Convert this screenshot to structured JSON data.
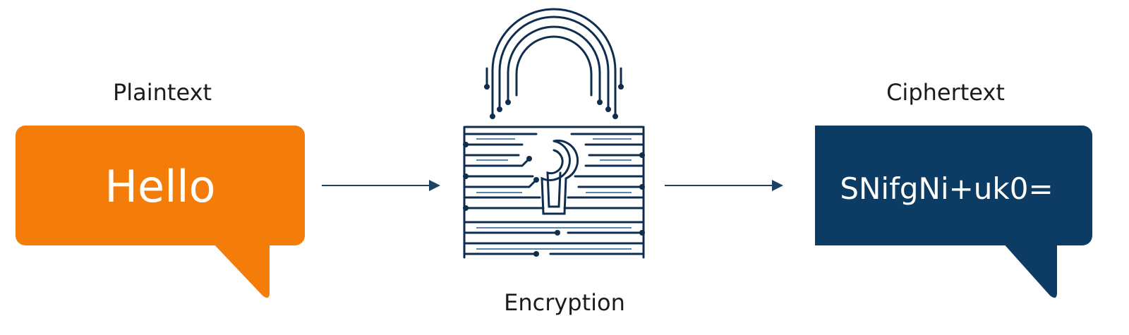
{
  "plaintext": {
    "label": "Plaintext",
    "value": "Hello",
    "color": "#f47c08"
  },
  "ciphertext": {
    "label": "Ciphertext",
    "value": "SNifgNi+uk0=",
    "color": "#0c3c63"
  },
  "encryption": {
    "label": "Encryption",
    "icon": "circuit-padlock-icon"
  },
  "arrow_color": "#1c4264"
}
